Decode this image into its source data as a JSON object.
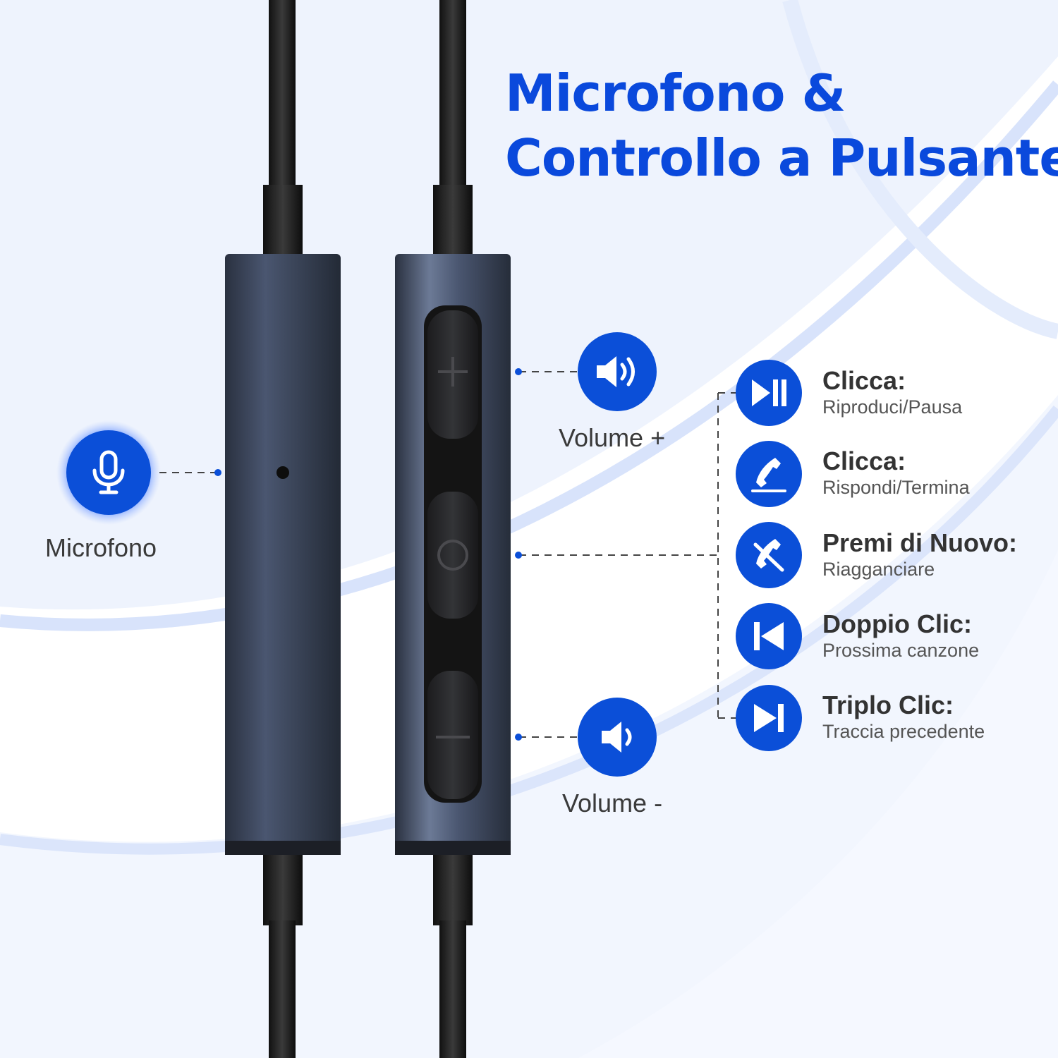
{
  "title": {
    "line1": "Microfono &",
    "line2": "Controllo a Pulsante"
  },
  "labels": {
    "microphone": "Microfono",
    "volume_up": "Volume +",
    "volume_down": "Volume -"
  },
  "functions": [
    {
      "icon": "play-pause-icon",
      "heading": "Clicca:",
      "description": "Riproduci/Pausa"
    },
    {
      "icon": "phone-answer-icon",
      "heading": "Clicca:",
      "description": "Rispondi/Termina"
    },
    {
      "icon": "phone-hangup-icon",
      "heading": "Premi di Nuovo:",
      "description": "Riagganciare"
    },
    {
      "icon": "previous-track-icon",
      "heading": "Doppio Clic:",
      "description": "Prossima canzone"
    },
    {
      "icon": "next-track-icon",
      "heading": "Triplo Clic:",
      "description": "Traccia precedente"
    }
  ],
  "colors": {
    "accent": "#0b4fd8",
    "title": "#0a49dc",
    "remote_body": "#3b4559"
  }
}
